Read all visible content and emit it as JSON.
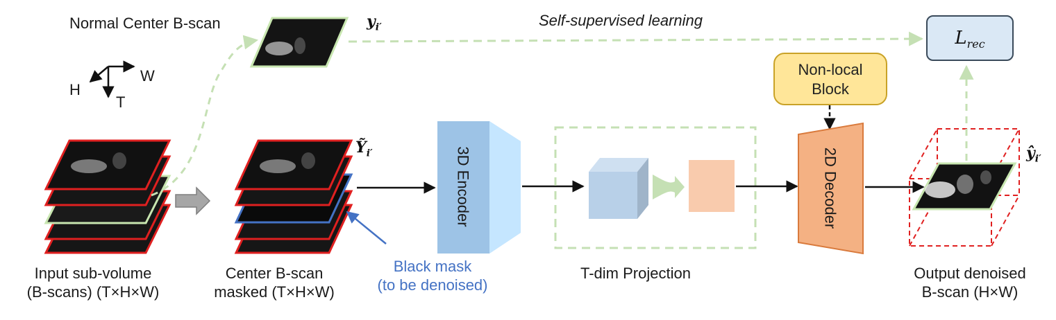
{
  "labels": {
    "normal_center": "Normal Center B-scan",
    "self_supervised": "Self-supervised learning",
    "axis_h": "H",
    "axis_w": "W",
    "axis_t": "T",
    "input_line1": "Input sub-volume",
    "input_line2": "(B-scans) (T×H×W)",
    "center_line1": "Center B-scan",
    "center_line2": "masked (T×H×W)",
    "black_mask_line1": "Black mask",
    "black_mask_line2": "(to be denoised)",
    "encoder": "3D Encoder",
    "tdim": "T-dim Projection",
    "nonlocal_line1": "Non-local",
    "nonlocal_line2": "Block",
    "decoder": "2D Decoder",
    "output_line1": "Output denoised",
    "output_line2": "B-scan (H×W)",
    "loss_base": "L",
    "loss_sub": "rec"
  },
  "symbols": {
    "y_target": "y",
    "y_target_sub": "i′",
    "Y_masked": "Ỹ",
    "Y_masked_sub": "i′",
    "y_hat": "ŷ",
    "y_hat_sub": "i′"
  },
  "colors": {
    "scan_border_red": "#e02020",
    "scan_border_green": "#c8e6b0",
    "mask_blue": "#4472c4",
    "encoder": "#9dc3e6",
    "decoder": "#f4b183",
    "nonlocal": "#ffe699",
    "loss_box": "#dae8f5",
    "dashed_green": "#c5e0b4"
  }
}
